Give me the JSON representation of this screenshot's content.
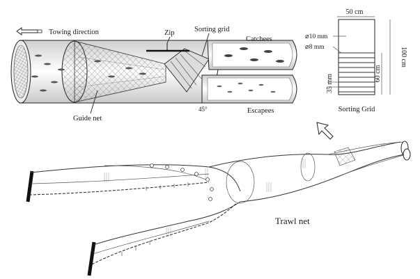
{
  "labels": {
    "towing_direction": "Towing direction",
    "zip": "Zip",
    "sorting_grid": "Sorting grid",
    "catchees": "Catchees",
    "escapees": "Escapees",
    "guide_net": "Guide net",
    "angle": "45°",
    "trawl_net": "Trawl net"
  },
  "grid_panel": {
    "title": "Sorting Grid",
    "width": "50 cm",
    "bar_diameter_1": "⌀10 mm",
    "bar_diameter_2": "⌀8 mm",
    "height_total": "100 cm",
    "height_grid": "60 cm",
    "bar_spacing": "35 mm"
  },
  "icons": {
    "towing_arrow": "left-arrow-icon",
    "zoom_arrow": "diagonal-arrow-icon"
  }
}
